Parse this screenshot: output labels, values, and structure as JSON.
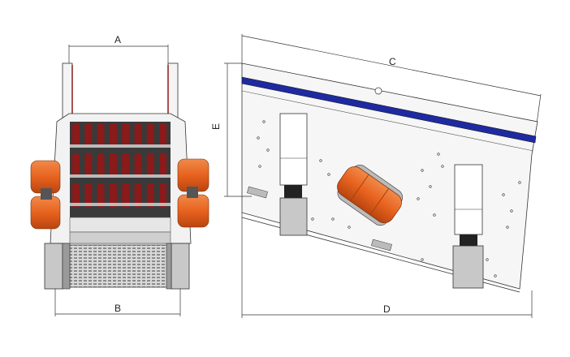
{
  "drawing": {
    "front_view": {
      "dim_top": "A",
      "dim_bottom": "B"
    },
    "side_view": {
      "dim_top": "C",
      "dim_bottom": "D",
      "dim_height": "E"
    }
  },
  "colors": {
    "motor": "#e8621e",
    "stripe": "#1f2aa0",
    "roller": "#8b1a1a",
    "support": "#c8c8c8"
  }
}
